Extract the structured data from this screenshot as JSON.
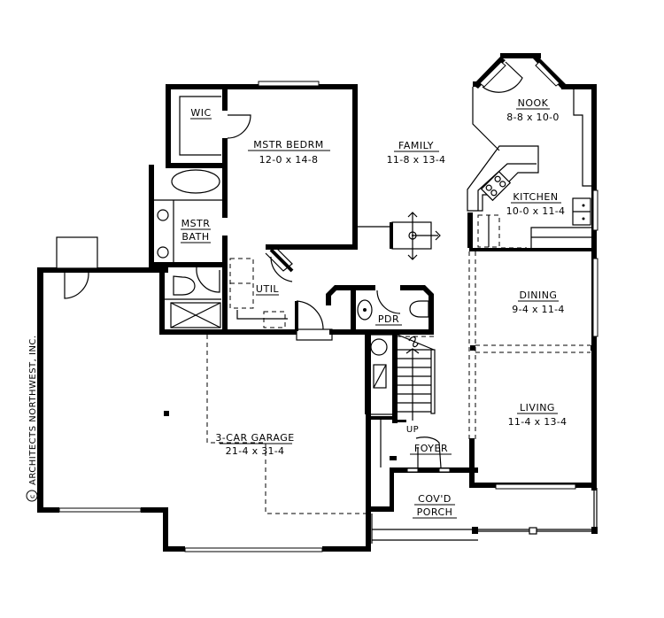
{
  "plan": {
    "copyright": "ARCHITECTS NORTHWEST, INC.",
    "copyright_symbol": "c",
    "rooms": {
      "wic": {
        "name": "WIC"
      },
      "mstr_bedrm": {
        "name": "MSTR BEDRM",
        "dims": "12-0 x 14-8"
      },
      "mstr_bath": {
        "name_line1": "MSTR",
        "name_line2": "BATH"
      },
      "family": {
        "name": "FAMILY",
        "dims": "11-8 x 13-4"
      },
      "nook": {
        "name": "NOOK",
        "dims": "8-8 x 10-0"
      },
      "kitchen": {
        "name": "KITCHEN",
        "dims": "10-0 x 11-4"
      },
      "util": {
        "name": "UTIL"
      },
      "pdr": {
        "name": "PDR"
      },
      "dining": {
        "name": "DINING",
        "dims": "9-4 x 11-4"
      },
      "living": {
        "name": "LIVING",
        "dims": "11-4 x 13-4"
      },
      "garage": {
        "name": "3-CAR GARAGE",
        "dims": "21-4 x 31-4"
      },
      "foyer": {
        "name": "FOYER"
      },
      "porch": {
        "name_line1": "COV'D",
        "name_line2": "PORCH"
      }
    },
    "stair_label": "UP"
  }
}
